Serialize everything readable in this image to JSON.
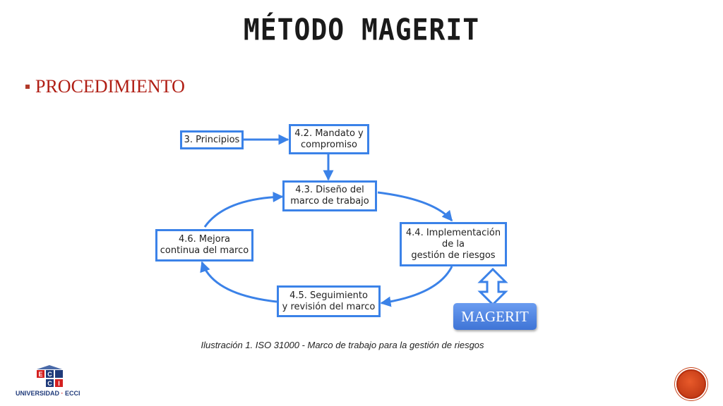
{
  "slide": {
    "title": "MÉTODO MAGERIT",
    "bullet": "PROCEDIMIENTO"
  },
  "diagram": {
    "boxes": {
      "principios": "3. Principios",
      "mandato": "4.2. Mandato y\ncompromiso",
      "diseno": "4.3. Diseño del\nmarco de trabajo",
      "implementacion": "4.4. Implementación\nde la\ngestión de riesgos",
      "seguimiento": "4.5. Seguimiento\ny revisión del marco",
      "mejora": "4.6. Mejora\ncontinua del marco"
    },
    "magerit_label": "MAGERIT",
    "caption": "Ilustración 1. ISO 31000 - Marco de trabajo para la gestión de riesgos"
  },
  "logo": {
    "letters": [
      "E",
      "C",
      "C",
      "I"
    ],
    "name_left": "UNIVERSIDAD",
    "name_right": "ECCI"
  },
  "colors": {
    "accent_red": "#b01e14",
    "diagram_blue": "#3b82e8"
  }
}
